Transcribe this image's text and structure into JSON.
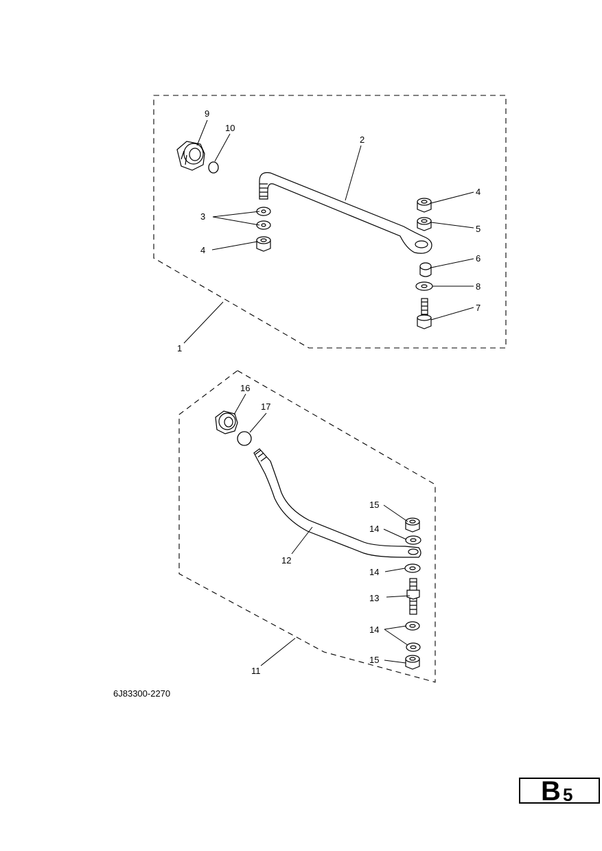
{
  "diagram": {
    "callouts": [
      {
        "id": "c1",
        "text": "1"
      },
      {
        "id": "c2",
        "text": "2"
      },
      {
        "id": "c3",
        "text": "3"
      },
      {
        "id": "c4a",
        "text": "4"
      },
      {
        "id": "c4b",
        "text": "4"
      },
      {
        "id": "c5",
        "text": "5"
      },
      {
        "id": "c6",
        "text": "6"
      },
      {
        "id": "c7",
        "text": "7"
      },
      {
        "id": "c8",
        "text": "8"
      },
      {
        "id": "c9",
        "text": "9"
      },
      {
        "id": "c10",
        "text": "10"
      },
      {
        "id": "c11",
        "text": "11"
      },
      {
        "id": "c12",
        "text": "12"
      },
      {
        "id": "c13",
        "text": "13"
      },
      {
        "id": "c14a",
        "text": "14"
      },
      {
        "id": "c14b",
        "text": "14"
      },
      {
        "id": "c14c",
        "text": "14"
      },
      {
        "id": "c15a",
        "text": "15"
      },
      {
        "id": "c15b",
        "text": "15"
      },
      {
        "id": "c16",
        "text": "16"
      },
      {
        "id": "c17",
        "text": "17"
      }
    ]
  },
  "footer": {
    "drawing_code": "6J83300-2270",
    "page_letter": "B",
    "page_number": "5"
  }
}
